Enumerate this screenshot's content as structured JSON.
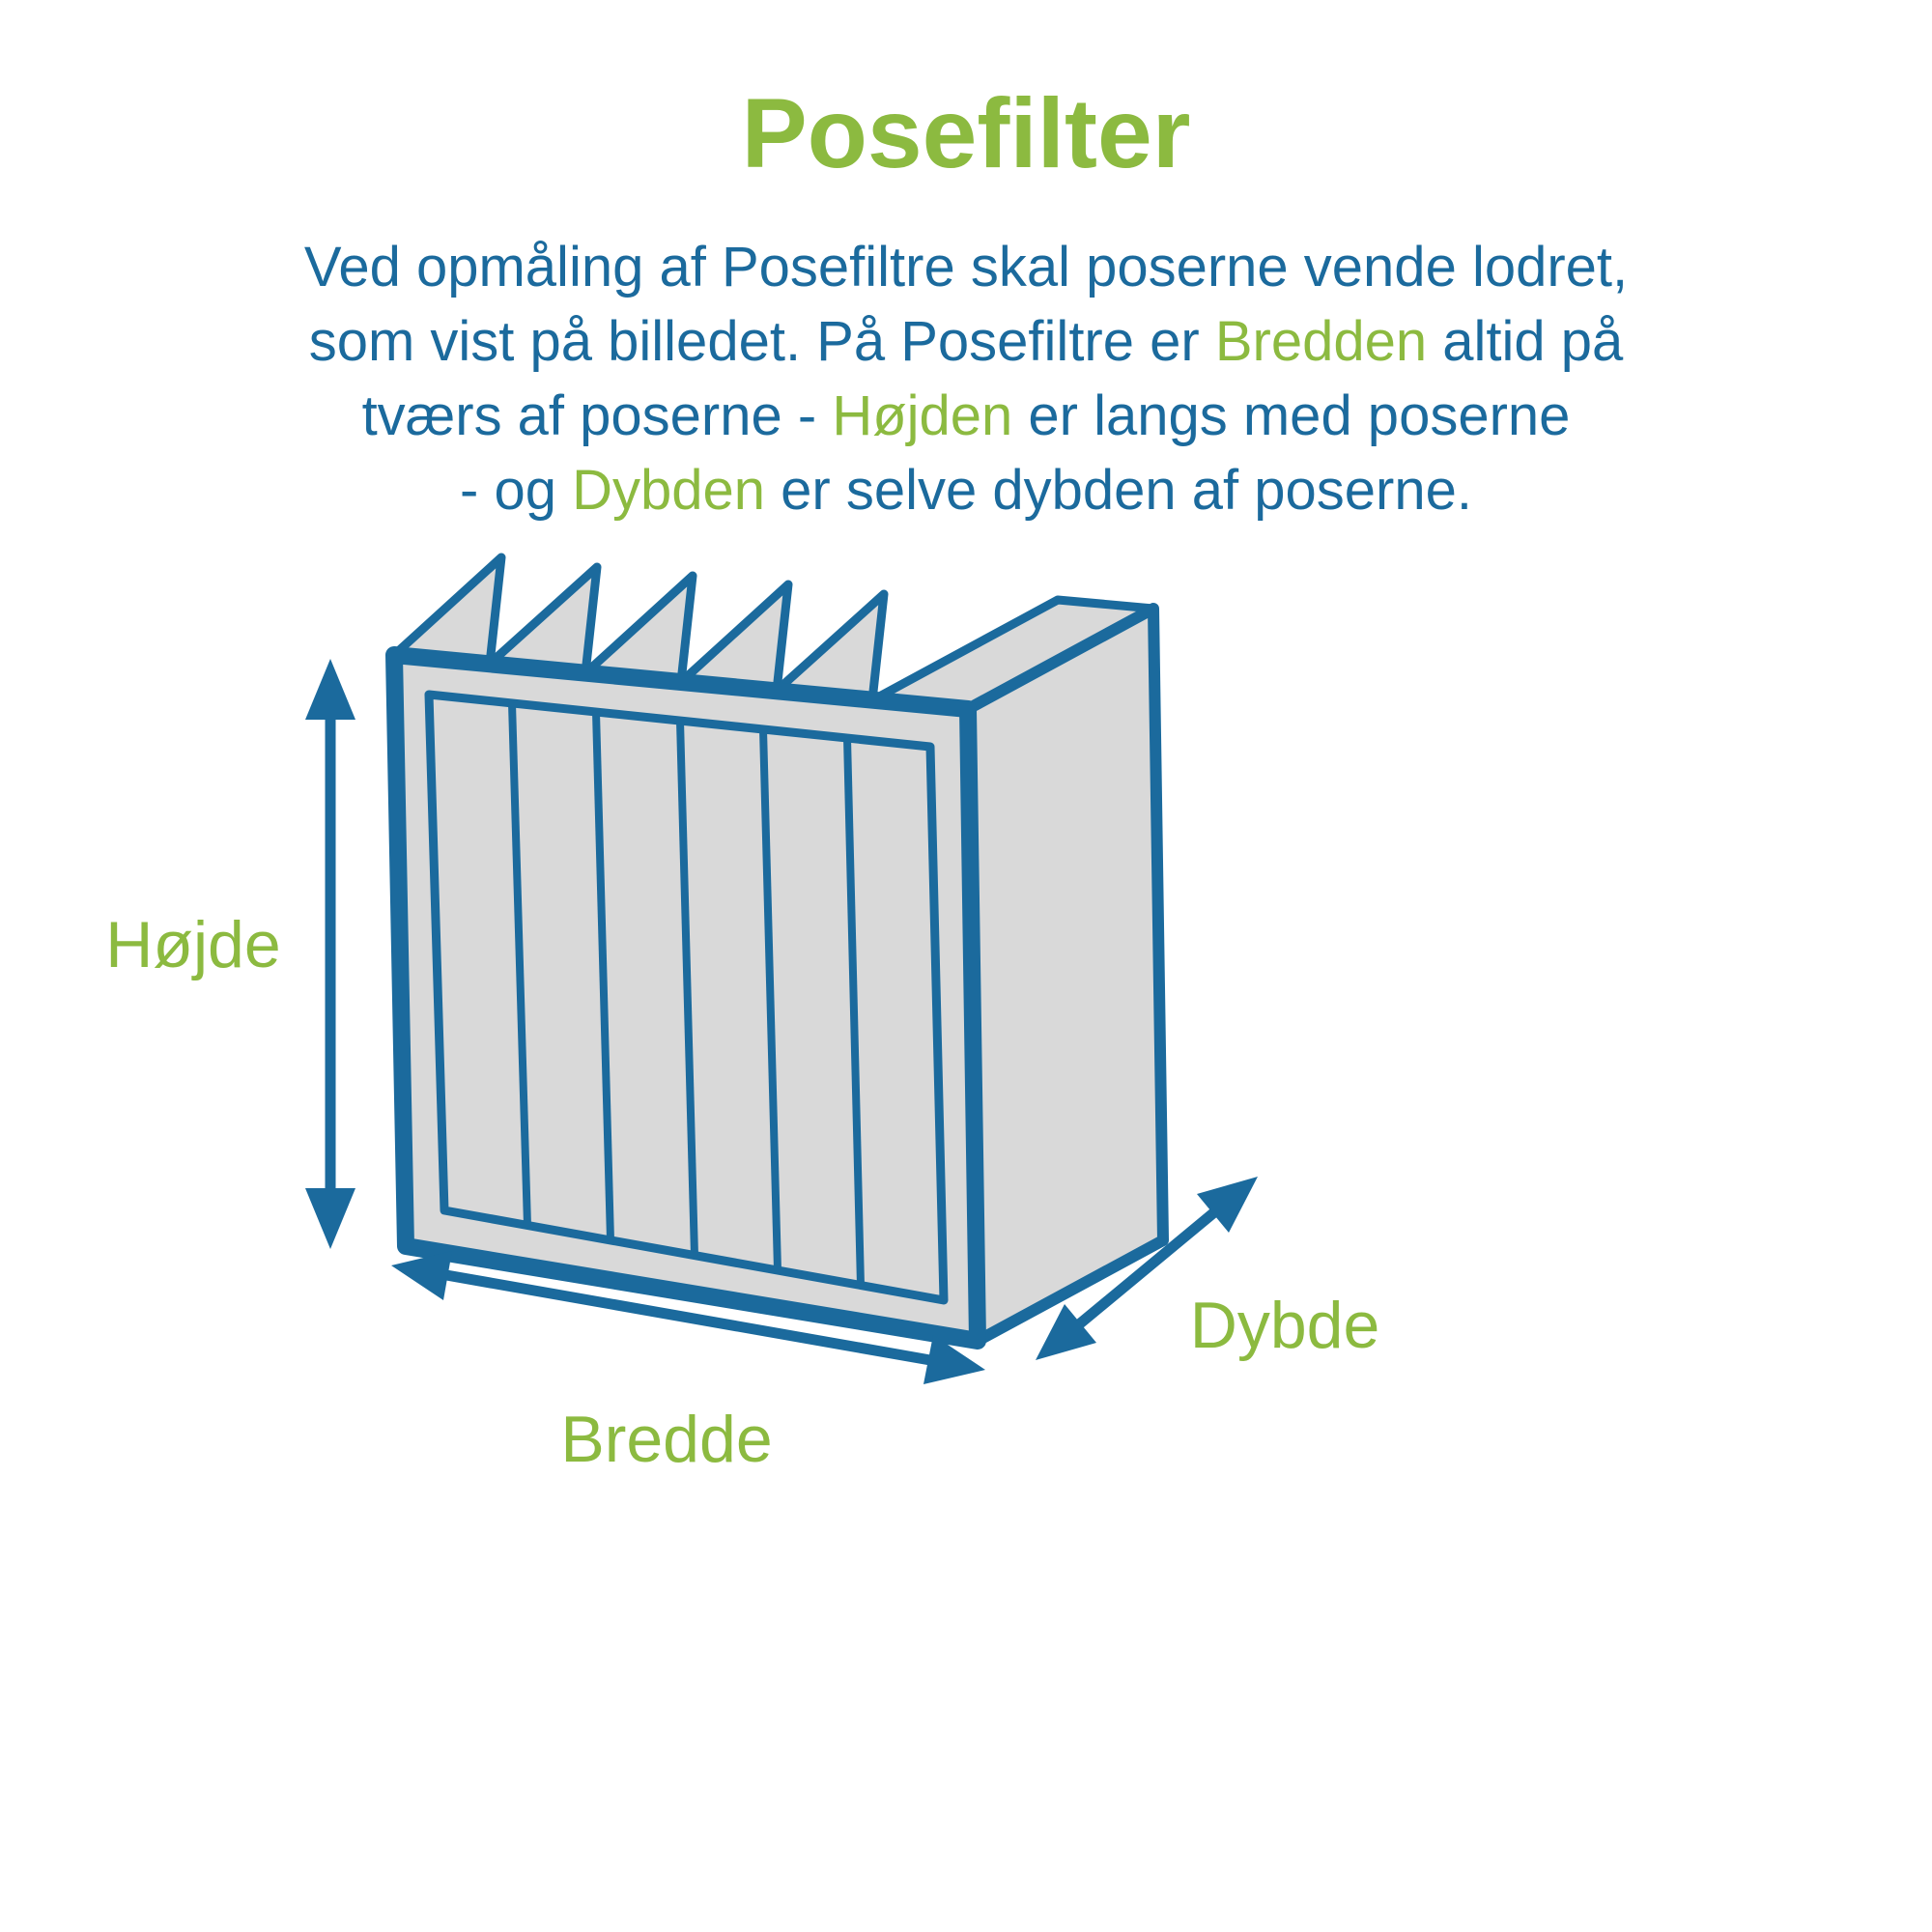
{
  "title": "Posefilter",
  "paragraph": {
    "lines": [
      [
        {
          "t": "Ved opmåling af Posefiltre skal poserne vende lodret,",
          "c": "blue"
        }
      ],
      [
        {
          "t": "som vist på billedet. På Posefiltre er ",
          "c": "blue"
        },
        {
          "t": "Bredden",
          "c": "green"
        },
        {
          "t": " altid på",
          "c": "blue"
        }
      ],
      [
        {
          "t": "tværs af poserne - ",
          "c": "blue"
        },
        {
          "t": "Højden",
          "c": "green"
        },
        {
          "t": " er langs med poserne",
          "c": "blue"
        }
      ],
      [
        {
          "t": "- og ",
          "c": "blue"
        },
        {
          "t": "Dybden",
          "c": "green"
        },
        {
          "t": " er selve dybden af poserne.",
          "c": "blue"
        }
      ]
    ]
  },
  "labels": {
    "height": "Højde",
    "width": "Bredde",
    "depth": "Dybde"
  },
  "diagram": {
    "subject": "bag-filter-isometric-drawing",
    "pockets": 6
  },
  "colors": {
    "blue": "#1b6a9d",
    "green": "#8cba40",
    "gray": "#d9d9d9",
    "background": "#ffffff"
  }
}
